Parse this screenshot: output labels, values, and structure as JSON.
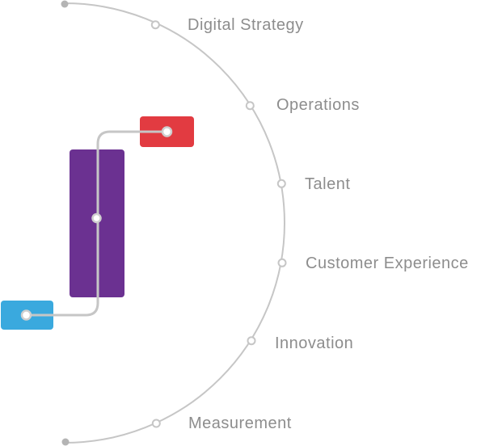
{
  "diagram": {
    "title": "digital-maturity-arc-diagram",
    "labels": [
      "Digital Strategy",
      "Operations",
      "Talent",
      "Customer Experience",
      "Innovation",
      "Measurement"
    ],
    "colors": {
      "line": "#c6c6c6",
      "dot": "#b4b4b4",
      "node_fill": "#ffffff",
      "node_ring": "#cfcfcf",
      "label_text": "#8d8d8d",
      "red_bar": "#e23b41",
      "purple_bar": "#6b3191",
      "blue_bar": "#3aa9de"
    }
  }
}
